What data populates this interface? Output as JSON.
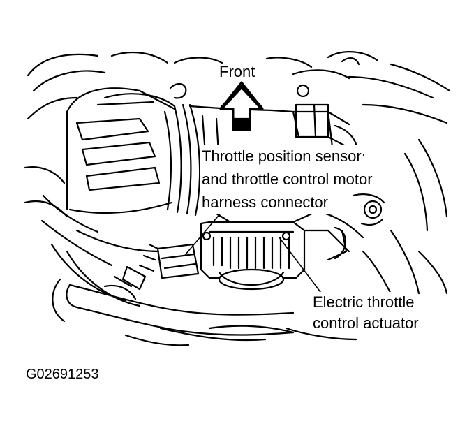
{
  "labels": {
    "front": "Front",
    "tps_line1": "Throttle position sensor",
    "tps_line2": "and throttle control motor",
    "tps_line3": "harness connector",
    "eta_line1": "Electric throttle",
    "eta_line2": "control actuator"
  },
  "figure_id": "G02691253",
  "icons": {
    "front_arrow": "up-arrow-icon"
  }
}
